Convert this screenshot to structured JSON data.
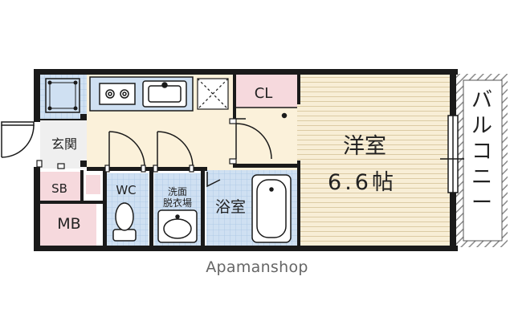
{
  "rooms": {
    "western_room": {
      "name": "洋室",
      "size": "6.6帖"
    },
    "balcony": "バルコニー",
    "closet": "CL",
    "entrance": "玄関",
    "shoe_box": "SB",
    "meter_box": "MB",
    "toilet": "WC",
    "washroom": "洗面\n脱衣場",
    "bathroom": "浴室"
  },
  "watermark": "Apamanshop",
  "colors": {
    "wall": "#1a1a1a",
    "western_room_floor": "#f8eed6",
    "western_room_stripe": "#dccba4",
    "corridor_floor": "#fbf1da",
    "wet_area_floor": "#cfe0f2",
    "wet_area_grid": "#a9c5e4",
    "storage_pink": "#f6d9dd",
    "balcony_hatch": "#8a8a8a",
    "watermark": "#666666"
  },
  "icons": [
    "washing-machine-pan-icon",
    "stove-icon",
    "kitchen-sink-icon",
    "fridge-space-icon",
    "toilet-icon",
    "wash-basin-icon",
    "bathtub-icon",
    "door-swing-icon"
  ]
}
